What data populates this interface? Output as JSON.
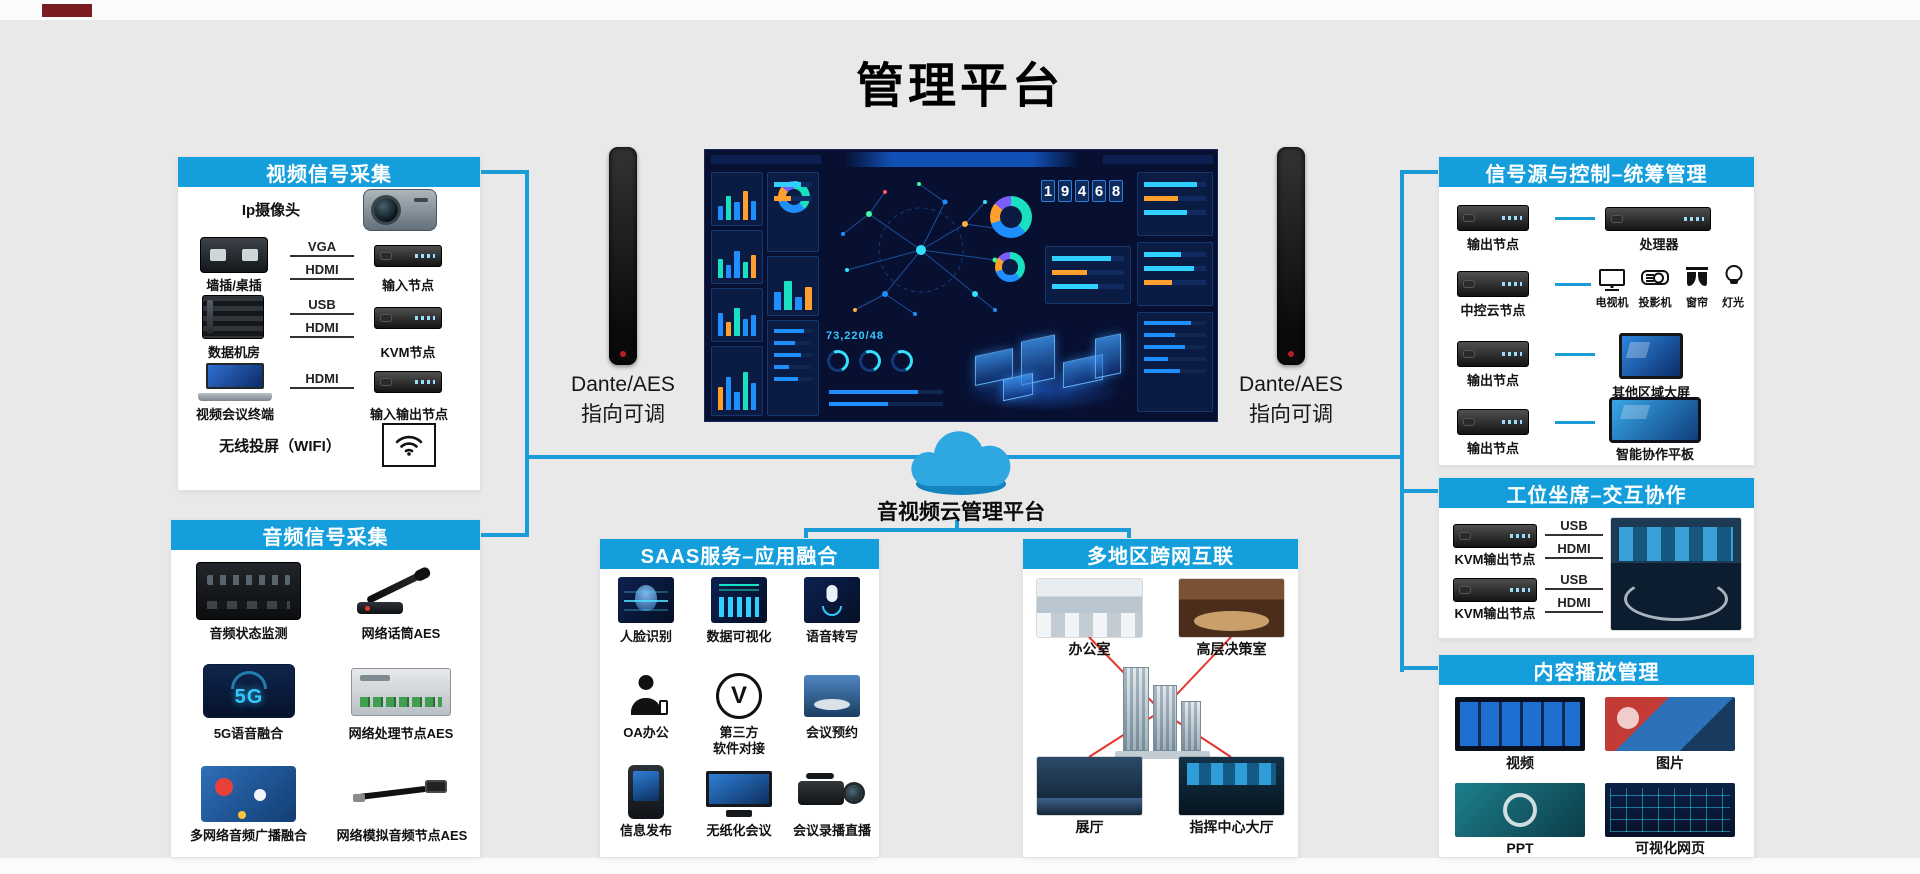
{
  "page": {
    "title": "管理平台"
  },
  "video_panel": {
    "title": "视频信号采集",
    "camera_label": "Ip摄像头",
    "rows": [
      {
        "source": "墙插/桌插",
        "links": [
          "VGA",
          "HDMI"
        ],
        "target": "输入节点"
      },
      {
        "source": "数据机房",
        "links": [
          "USB",
          "HDMI"
        ],
        "target": "KVM节点"
      },
      {
        "source": "视频会议终端",
        "links": [
          "HDMI"
        ],
        "target": "输入输出节点"
      }
    ],
    "wireless_label": "无线投屏（WIFI）"
  },
  "audio_panel": {
    "title": "音频信号采集",
    "items": [
      {
        "label": "音频状态监测"
      },
      {
        "label": "网络话筒AES"
      },
      {
        "label": "5G语音融合",
        "badge": "5G"
      },
      {
        "label": "网络处理节点AES"
      },
      {
        "label": "多网络音频广播融合"
      },
      {
        "label": "网络模拟音频节点AES"
      }
    ]
  },
  "speakers": {
    "left": {
      "line1": "Dante/AES",
      "line2": "指向可调"
    },
    "right": {
      "line1": "Dante/AES",
      "line2": "指向可调"
    }
  },
  "dashboard": {
    "big_number": "19468",
    "stat": "73,220/48"
  },
  "cloud": {
    "label": "音视频云管理平台"
  },
  "saas_panel": {
    "title": "SAAS服务–应用融合",
    "v_glyph": "V",
    "items": [
      {
        "label": "人脸识别"
      },
      {
        "label": "数据可视化"
      },
      {
        "label": "语音转写"
      },
      {
        "label": "OA办公"
      },
      {
        "label": "第三方\n软件对接"
      },
      {
        "label": "会议预约"
      },
      {
        "label": "信息发布"
      },
      {
        "label": "无纸化会议"
      },
      {
        "label": "会议录播直播"
      }
    ]
  },
  "region_panel": {
    "title": "多地区跨网互联",
    "items": [
      {
        "label": "办公室"
      },
      {
        "label": "高层决策室"
      },
      {
        "label": "展厅"
      },
      {
        "label": "指挥中心大厅"
      }
    ]
  },
  "signal_panel": {
    "title": "信号源与控制–统筹管理",
    "rows": [
      {
        "source": "输出节点",
        "target": "处理器"
      },
      {
        "source": "中控云节点",
        "devices": [
          "电视机",
          "投影机",
          "窗帘",
          "灯光"
        ]
      },
      {
        "source": "输出节点",
        "target": "其他区域大屏"
      },
      {
        "source": "输出节点",
        "target": "智能协作平板"
      }
    ]
  },
  "workstation_panel": {
    "title": "工位坐席–交互协作",
    "rows": [
      {
        "label": "KVM输出节点",
        "links": [
          "USB",
          "HDMI"
        ]
      },
      {
        "label": "KVM输出节点",
        "links": [
          "USB",
          "HDMI"
        ]
      }
    ]
  },
  "content_panel": {
    "title": "内容播放管理",
    "items": [
      {
        "label": "视频"
      },
      {
        "label": "图片"
      },
      {
        "label": "PPT"
      },
      {
        "label": "可视化网页"
      }
    ]
  }
}
